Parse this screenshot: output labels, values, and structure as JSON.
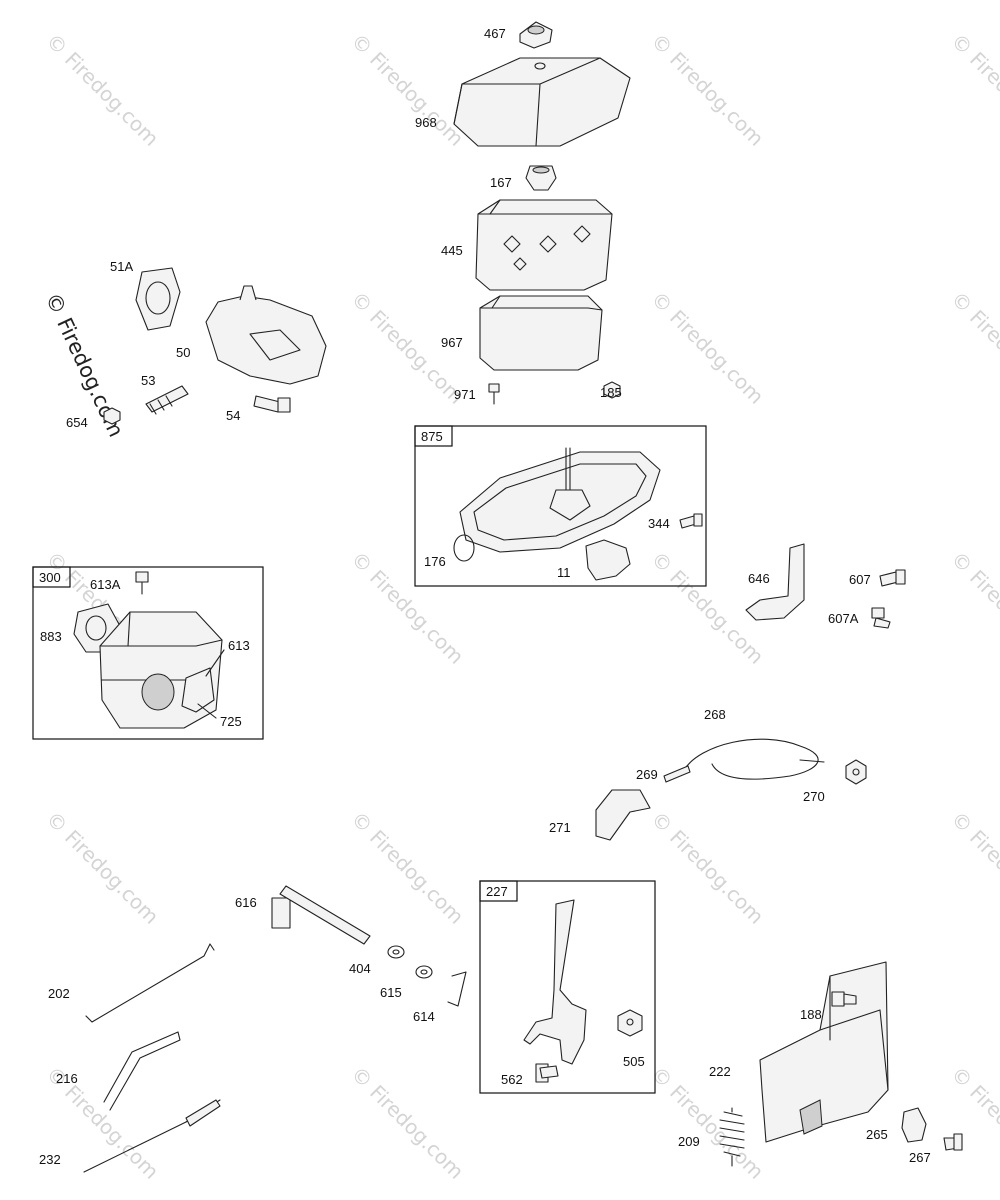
{
  "watermark": {
    "text": "© Firedog.com",
    "color": "#d4d4d4"
  },
  "corner_watermark": {
    "text": "© Firedog.com"
  },
  "boxes": {
    "b875": "875",
    "b300": "300",
    "b227": "227"
  },
  "labels": {
    "p467": "467",
    "p968": "968",
    "p167": "167",
    "p445": "445",
    "p967": "967",
    "p971": "971",
    "p185": "185",
    "p51A": "51A",
    "p50": "50",
    "p53": "53",
    "p654": "654",
    "p54": "54",
    "p344": "344",
    "p176": "176",
    "p11": "11",
    "p646": "646",
    "p607": "607",
    "p607A": "607A",
    "p613A": "613A",
    "p883": "883",
    "p613": "613",
    "p725": "725",
    "p268": "268",
    "p269": "269",
    "p270": "270",
    "p271": "271",
    "p616": "616",
    "p404": "404",
    "p615": "615",
    "p614": "614",
    "p202": "202",
    "p216": "216",
    "p232": "232",
    "p562": "562",
    "p505": "505",
    "p188": "188",
    "p222": "222",
    "p209": "209",
    "p265": "265",
    "p267": "267"
  }
}
